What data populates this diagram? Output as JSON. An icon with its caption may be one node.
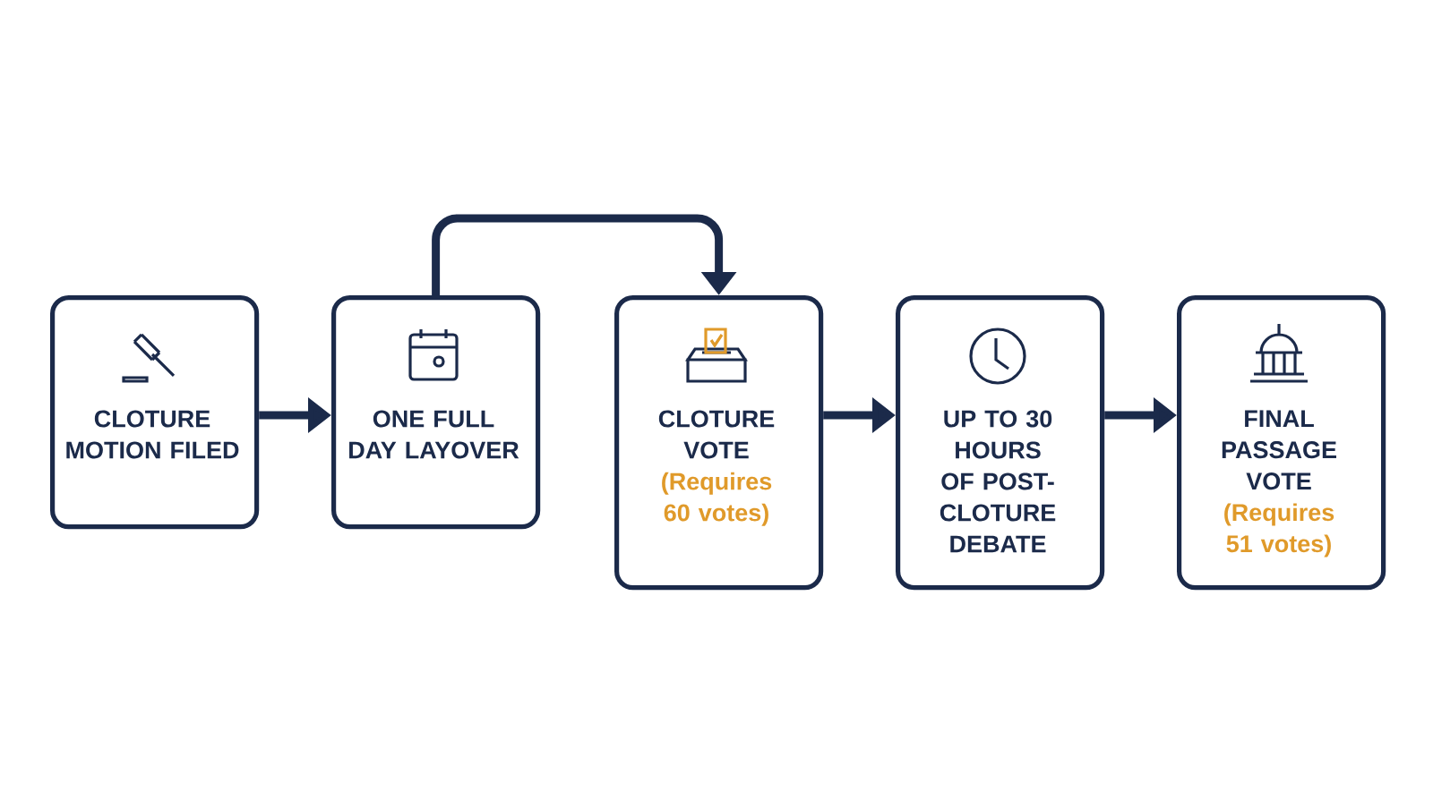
{
  "diagram": {
    "nodes": [
      {
        "text": [
          "CLOTURE MOTION FILED"
        ]
      },
      {
        "text": [
          "ONE FULL DAY LAYOVER"
        ]
      },
      {
        "text": [
          "CLOTURE VOTE",
          "(Requires 60 votes)"
        ]
      },
      {
        "text": [
          "UP TO 30 HOURS OF POST-CLOTURE DEBATE"
        ]
      },
      {
        "text": [
          "FINAL PASSAGE VOTE",
          "(Requires 51 votes)"
        ]
      }
    ],
    "edges": [
      {
        "from": 0,
        "to": 1,
        "arrow": "to"
      },
      {
        "from": 1,
        "to": 2,
        "arrow": "to"
      },
      {
        "from": 2,
        "to": 3,
        "arrow": "to"
      },
      {
        "from": 3,
        "to": 4,
        "arrow": "to"
      }
    ]
  }
}
